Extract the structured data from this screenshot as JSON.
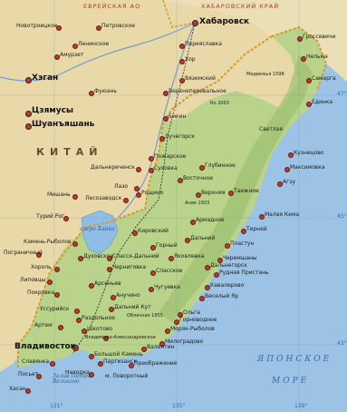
{
  "colors": {
    "sea": "#9cc3e6",
    "china_land": "#e9d9a8",
    "primorye_land": "#b9d38a",
    "border": "#d39a2a",
    "cities": "#c0392b"
  },
  "labels": {
    "region_jewish": "ЕВРЕЙСКАЯ АО",
    "region_khabarovsk": "ХАБАРОВСКИЙ КРАЙ",
    "country_china": "КИТАЙ",
    "sea_name_1": "ЯПОНСКОЕ",
    "sea_name_2": "МОРЕ",
    "lake": "озеро Ханка",
    "bay": "Залив Петра Великого",
    "city_khabarovsk": "Хабаровск",
    "city_vladivostok": "Владивосток",
    "city_hegang": "Хэган",
    "city_jiamusi": "Цзямусы",
    "city_shuangyashan": "Шуанъяшань",
    "city_nakhodka": "Находка",
    "city_ussuriysk": "Уссурийск",
    "city_arsenyev": "Арсеньев",
    "city_dalnegorsk": "Дальнегорск",
    "city_spassk": "Спасск-Дальний",
    "city_lesozavodsk": "Лесозаводск",
    "city_dalnerechensk": "Дальнереченск",
    "city_partizansk": "Партизанск",
    "city_artem": "Артем",
    "city_bolshoy_kamen": "Большой Камень",
    "city_lazo": "Лазо",
    "city_olga": "Ольга",
    "city_kavalerovo": "Кавалерово",
    "city_terney": "Терней",
    "city_plastun": "Пластун",
    "city_svetlaya": "Светлая",
    "city_kuznetsovo": "Кузнецово",
    "city_maksimovka": "Максимовка",
    "city_agzu": "Агзу",
    "city_samarga": "Самарга",
    "city_grossevichi": "Гроссевичи",
    "city_edinka": "Единка",
    "city_nelma": "Нельма",
    "city_pereyaslavka": "Переяславка",
    "city_khor": "Хор",
    "city_vyazemsky": "Вяземский",
    "city_bikin": "Бикин",
    "city_luchegorsk": "Лучегорск",
    "city_pozharskoe": "Пожарское",
    "city_sukhovka": "Суховка",
    "city_vostretsovo": "Восточное",
    "city_verkhnyaya": "Верхняя",
    "city_glubokoe": "Глубинное",
    "city_taezhnoe": "Таежное",
    "city_roshchino": "Рощино",
    "city_kirovsky": "Кировский",
    "city_gorny": "Горный",
    "city_armadnoe": "Армадное",
    "city_dalny": "Дальний",
    "city_yakovlevka": "Яковлевка",
    "city_chuguevka": "Чугуевка",
    "city_anuchino": "Анучино",
    "city_vesyoly_yar": "Веселый Яр",
    "city_rudnaya": "Рудная Пристань",
    "city_chernyshi": "Черемшаны",
    "city_preobrazhenie": "Преображение",
    "city_milogradovo": "Милоградово",
    "city_valentin": "Валентин",
    "city_moryak": "Моряк-Рыболов",
    "city_gornovodnoe": "Горноводное",
    "city_posyet": "Посьет",
    "city_khasan": "Хасан",
    "city_slavyanka": "Славянка",
    "city_pogranichny": "Пограничный",
    "city_kamen_rybolov": "Камень-Рыболов",
    "city_turiy_rog": "Турий Рог",
    "city_mishan": "Мишань",
    "city_khorol": "Хороль",
    "city_lipovtsy": "Липовцы",
    "city_pokrovka": "Покровка",
    "city_razdolnoe": "Раздольное",
    "city_shkotovo": "Шкотово",
    "city_vladimir_aleksandrovskoe": "Владимиро-Александровское",
    "city_malaya_kema": "Малая Кема",
    "city_fuyuan": "Фуюань",
    "city_novotroitskoe": "Новотроицкое",
    "city_petrovskoe": "Петровское",
    "city_leninskoe": "Ленинское",
    "city_amurzet": "Амурзет",
    "city_dukhovskoe": "Духовское",
    "city_spasskoe": "Спасское",
    "city_chernigovka": "Черниговка",
    "city_dalniy_kut": "Дальний Кут",
    "city_verkhneperevalnoe": "Верхнеперевальное",
    "elev_1": "Медвежья 1598",
    "elev_2": "Ко 2003",
    "elev_3": "Аник 1933",
    "elev_4": "Облачная 1855",
    "cape": "м. Поворотный",
    "lon_131": "131°",
    "lon_135": "135°",
    "lon_139": "139°",
    "lat_43": "43°",
    "lat_45": "45°",
    "lat_47": "47°"
  }
}
